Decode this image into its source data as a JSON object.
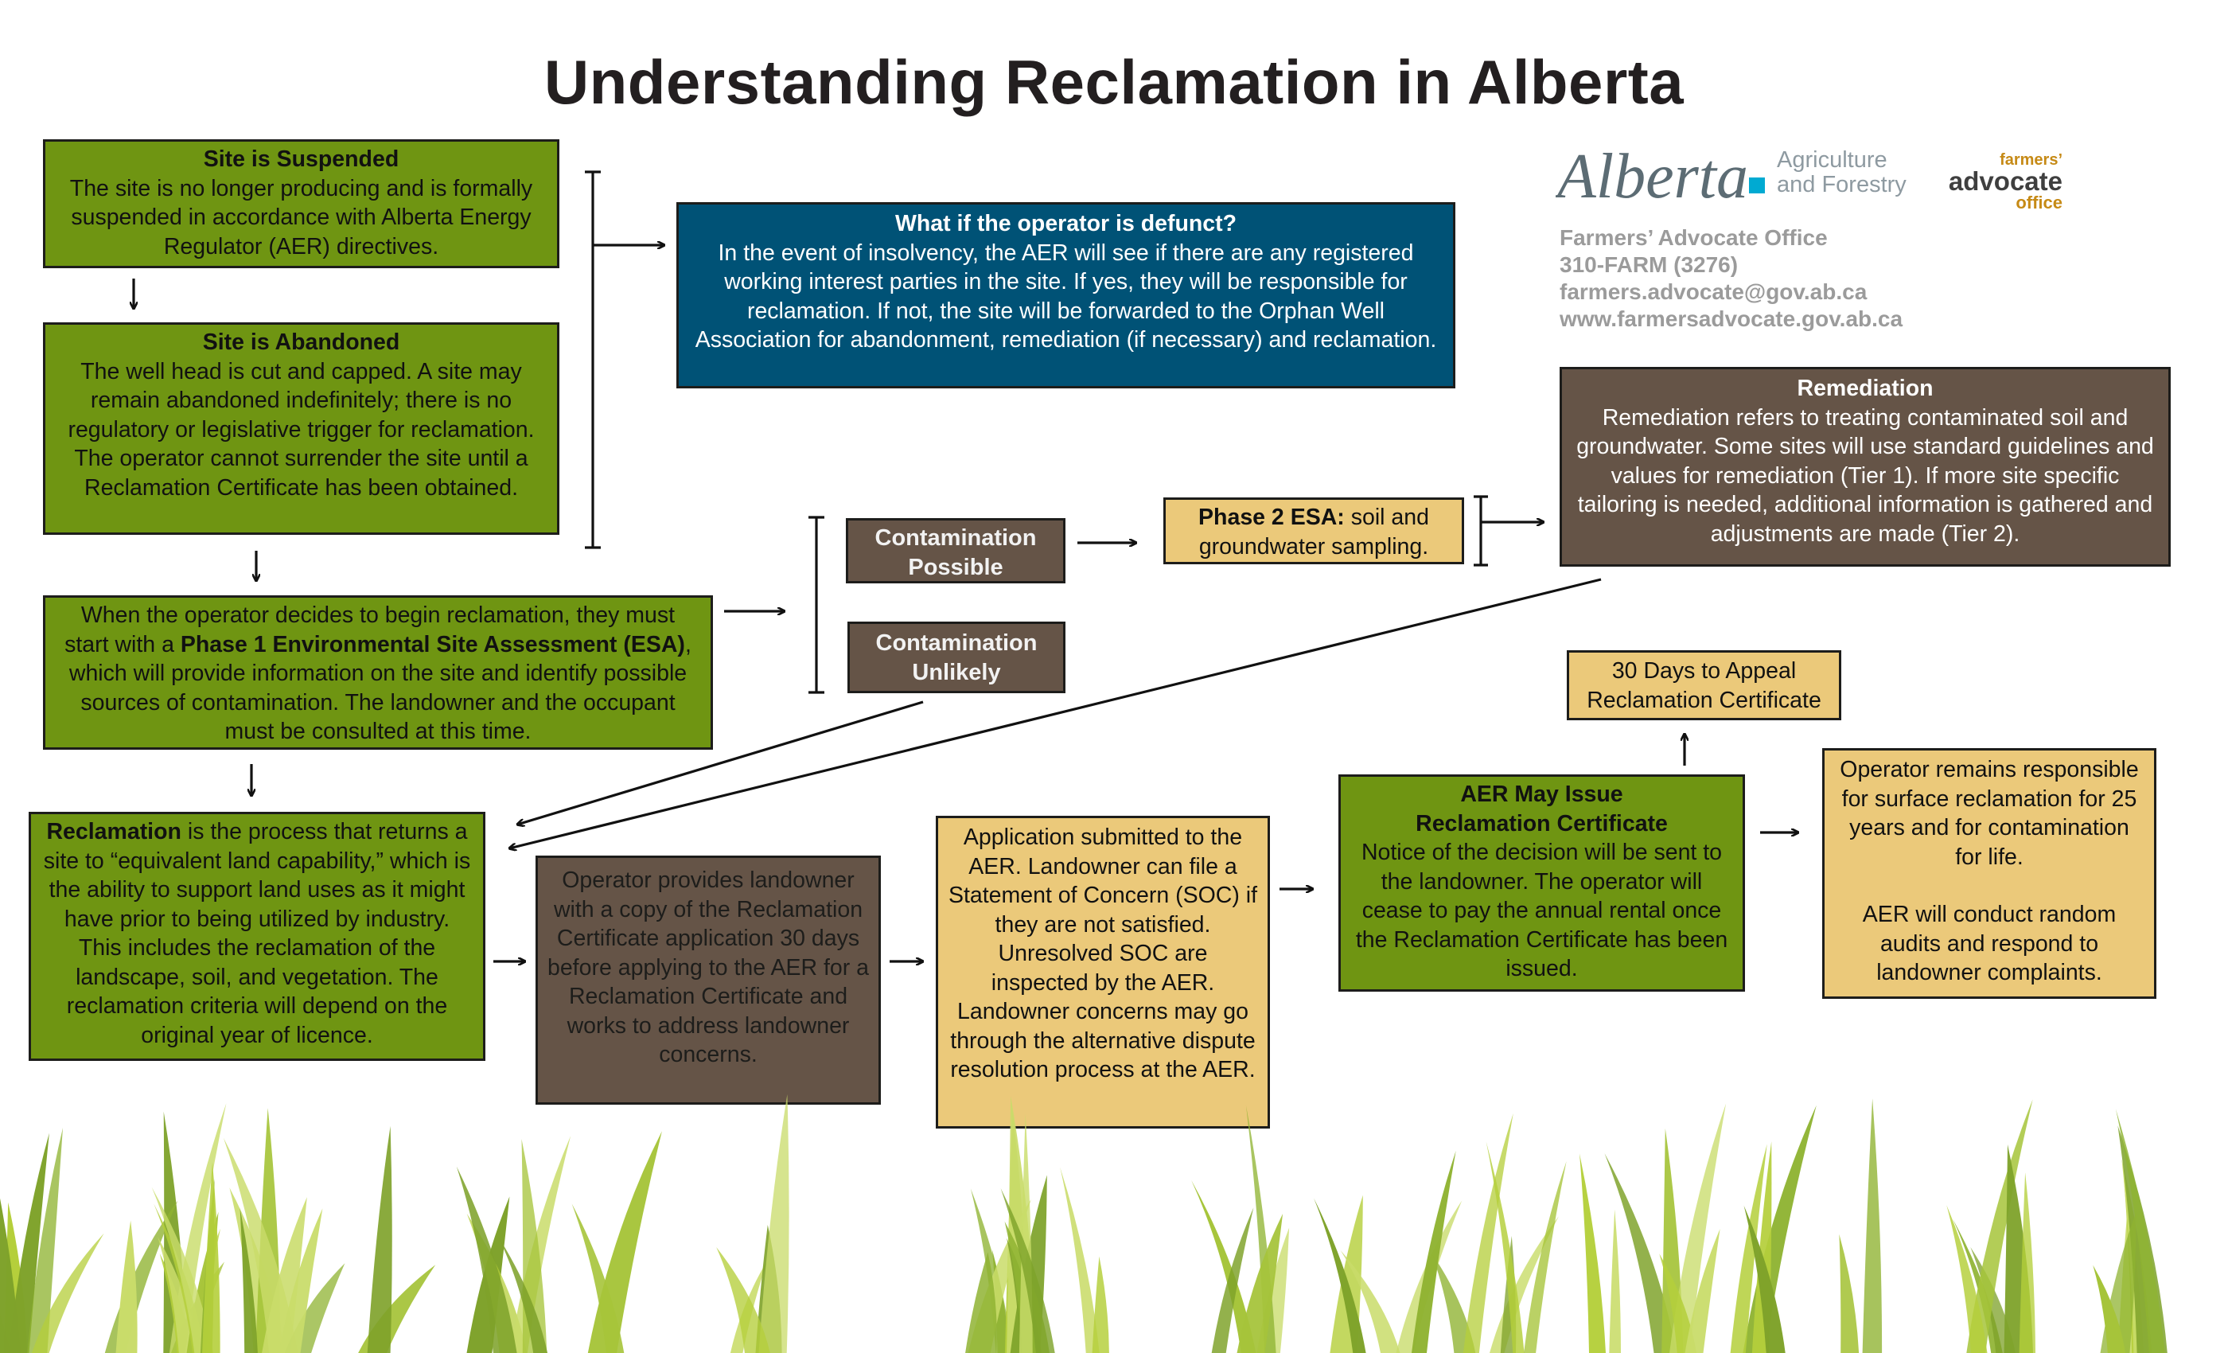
{
  "title": "Understanding Reclamation in Alberta",
  "logo": {
    "brand": "Alberta",
    "ministry_line1": "Agriculture",
    "ministry_line2": "and Forestry",
    "fao_line1": "farmers’",
    "fao_line2": "advocate",
    "fao_line3": "office"
  },
  "contact": {
    "office": "Farmers’ Advocate Office",
    "phone": "310-FARM (3276)",
    "email": "farmers.advocate@gov.ab.ca",
    "web": "www.farmersadvocate.gov.ab.ca"
  },
  "suspended": {
    "title": "Site is Suspended",
    "text": "The site is no longer producing and is formally suspended in accordance with Alberta Energy Regulator (AER) directives."
  },
  "abandoned": {
    "title": "Site is Abandoned",
    "text": "The well head is cut and capped. A site may remain abandoned indefinitely; there is no regulatory or legislative trigger for reclamation. The operator cannot surrender the site until a Reclamation Certificate has been obtained."
  },
  "defunct": {
    "title": "What if the operator is defunct?",
    "text": "In the event of insolvency, the AER will see if there are any registered working interest parties in the site. If yes, they will be responsible for reclamation. If not, the site will be forwarded to the Orphan Well Association for abandonment, remediation (if necessary) and reclamation."
  },
  "phase1": {
    "pre": "When the operator decides to begin reclamation, they must start with a ",
    "bold": "Phase 1 Environmental Site Assessment (ESA)",
    "post": ", which will provide information on the site and identify possible sources of contamination. The landowner and the occupant must be consulted at this time."
  },
  "contamination_possible": {
    "line1": "Contamination",
    "line2": "Possible"
  },
  "contamination_unlikely": {
    "line1": "Contamination",
    "line2": "Unlikely"
  },
  "phase2": {
    "bold": "Phase 2 ESA:",
    "text": " soil and groundwater sampling."
  },
  "remediation": {
    "title": "Remediation",
    "text": "Remediation refers to treating contaminated soil and groundwater. Some sites will use standard guidelines and values for remediation (Tier 1). If more site specific tailoring is needed, additional information is gathered and adjustments are made (Tier 2)."
  },
  "reclamation": {
    "bold": "Reclamation",
    "text": " is the process that returns a site to “equivalent land capability,” which is the ability to support land uses as it might have prior to being utilized by industry. This includes the reclamation of the landscape, soil, and vegetation. The reclamation criteria will depend on the original year of licence."
  },
  "operator_provides": {
    "text": "Operator provides landowner with a copy of the Reclamation Certificate application 30 days before applying to the AER for a Reclamation Certificate and works to address landowner concerns."
  },
  "application": {
    "text": "Application submitted to the AER. Landowner can file a Statement of Concern (SOC) if they are not satisfied. Unresolved SOC are inspected by the AER. Landowner concerns may go through the alternative dispute resolution process at the AER."
  },
  "aer_issue": {
    "title_line1": "AER May Issue",
    "title_line2": "Reclamation Certificate",
    "text": "Notice of the decision will be sent to the landowner. The operator will cease to pay the annual rental once the Reclamation Certificate has been issued."
  },
  "appeal": {
    "line1": "30 Days to Appeal",
    "line2": "Reclamation Certificate"
  },
  "responsible": {
    "text1": "Operator remains responsible for surface reclamation for 25 years and for contamination for life.",
    "text2": "AER will conduct random audits and respond to landowner complaints."
  },
  "colors": {
    "green": "#6f9512",
    "brown": "#655447",
    "blue": "#005276",
    "tan": "#ebc97a",
    "grass_light": "#b5cf3b",
    "grass_dark": "#7ea22a"
  }
}
